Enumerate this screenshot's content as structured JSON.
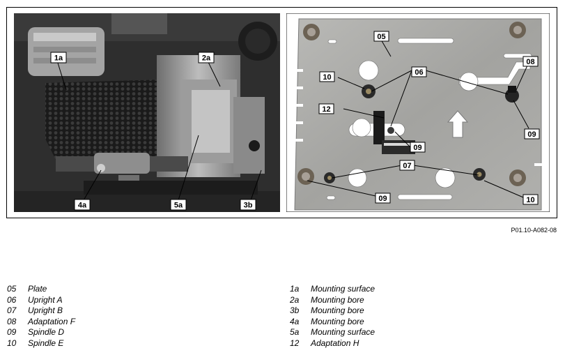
{
  "figure": {
    "left_photo_callouts": [
      "1a",
      "2a",
      "4a",
      "5a",
      "3b"
    ],
    "right_photo_callouts": [
      "05",
      "06",
      "10",
      "08",
      "12",
      "09",
      "07",
      "09",
      "10"
    ]
  },
  "reference_code": "P01.10-A082-08",
  "legend": {
    "left": [
      {
        "code": "05",
        "label": "Plate"
      },
      {
        "code": "06",
        "label": "Upright A"
      },
      {
        "code": "07",
        "label": "Upright B"
      },
      {
        "code": "08",
        "label": "Adaptation F"
      },
      {
        "code": "09",
        "label": "Spindle D"
      },
      {
        "code": "10",
        "label": "Spindle E"
      }
    ],
    "right": [
      {
        "code": "1a",
        "label": "Mounting surface"
      },
      {
        "code": "2a",
        "label": "Mounting bore"
      },
      {
        "code": "3b",
        "label": "Mounting bore"
      },
      {
        "code": "4a",
        "label": "Mounting bore"
      },
      {
        "code": "5a",
        "label": "Mounting surface"
      },
      {
        "code": "12",
        "label": "Adaptation H"
      }
    ]
  },
  "colors": {
    "photo_dark": "#2b2b2b",
    "plate_metal": "#a9a9a6",
    "callout_box": "#ffffff"
  }
}
